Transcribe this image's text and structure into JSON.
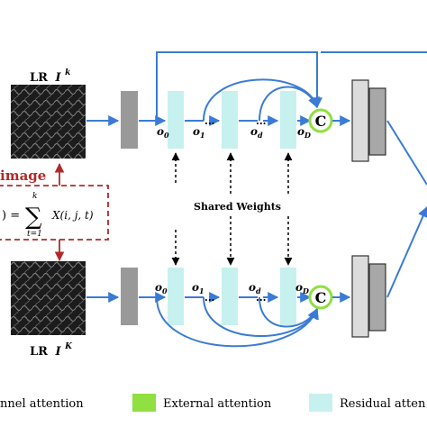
{
  "top_branch": {
    "image_label": "LR",
    "image_symbol": "I",
    "image_superscript": "k",
    "nodes": [
      {
        "label": "o",
        "sub": "0"
      },
      {
        "label": "o",
        "sub": "1"
      },
      {
        "label": "o",
        "sub": "d"
      },
      {
        "label": "o",
        "sub": "D"
      }
    ],
    "ellipsis": "...",
    "concat": "C"
  },
  "bottom_branch": {
    "image_label": "LR",
    "image_symbol": "I",
    "image_superscript": "K",
    "nodes": [
      {
        "label": "o",
        "sub": "0"
      },
      {
        "label": "o",
        "sub": "1"
      },
      {
        "label": "o",
        "sub": "d"
      },
      {
        "label": "o",
        "sub": "D"
      }
    ],
    "ellipsis": "...",
    "concat": "C"
  },
  "sum_box": {
    "title": "image",
    "formula_lhs": ") =",
    "formula_sum": "∑",
    "formula_upper": "k",
    "formula_lower": "t=1",
    "formula_body": "X(i, j, t)"
  },
  "shared_weights_label": "Shared Weights",
  "legend": [
    {
      "label": "nnel attention",
      "color": "#ffffff"
    },
    {
      "label": "External attention",
      "color": "#8fe040"
    },
    {
      "label": "Residual atten",
      "color": "#c6f1ef"
    }
  ],
  "colors": {
    "arrow_blue": "#3a7bd5",
    "residual_block": "#c6f1ef",
    "external_ring": "#8fe040",
    "conv_block": "#999999",
    "attn_block_light": "#dcdcdc",
    "attn_block_dark": "#a8a8a8",
    "dark_red": "#b02a2a"
  }
}
